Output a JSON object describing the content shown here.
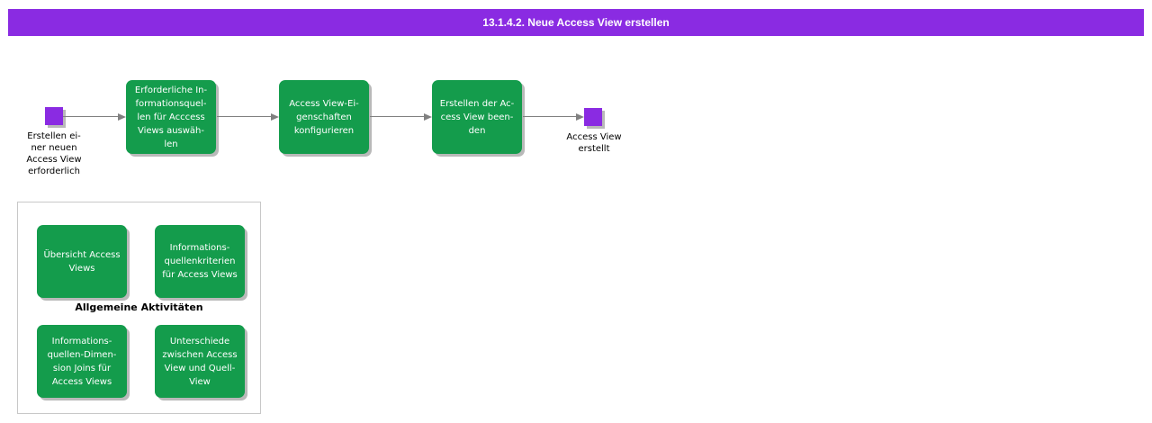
{
  "title_bar": {
    "title": "13.1.4.2. Neue Access View erstellen",
    "bg_color": "#8A2BE2",
    "text_color": "#FFFFFF"
  },
  "colors": {
    "event_purple": "#8A2BE2",
    "task_green": "#149C4C",
    "connector_gray": "#808080",
    "shadow_gray": "#B9B9B9",
    "panel_border": "#C8C8C8"
  },
  "flow": {
    "start_event": {
      "label": "Erstellen ei-\nner neuen\nAccess View\nerforderlich"
    },
    "tasks": [
      {
        "label": "Erforderliche In-\nformationsquel-\nlen für Acccess\nViews auswäh-\nlen"
      },
      {
        "label": "Access View-Ei-\ngenschaften\nkonfigurieren"
      },
      {
        "label": "Erstellen der Ac-\ncess View been-\nden"
      }
    ],
    "end_event": {
      "label": "Access View\nerstellt"
    }
  },
  "activities_panel": {
    "label": "Allgemeine Aktivitäten",
    "items": [
      {
        "label": "Übersicht Access\nViews"
      },
      {
        "label": "Informations-\nquellenkriterien\nfür Access Views"
      },
      {
        "label": "Informations-\nquellen-Dimen-\nsion Joins für\nAccess Views"
      },
      {
        "label": "Unterschiede\nzwischen Access\nView und Quell-\nView"
      }
    ]
  }
}
